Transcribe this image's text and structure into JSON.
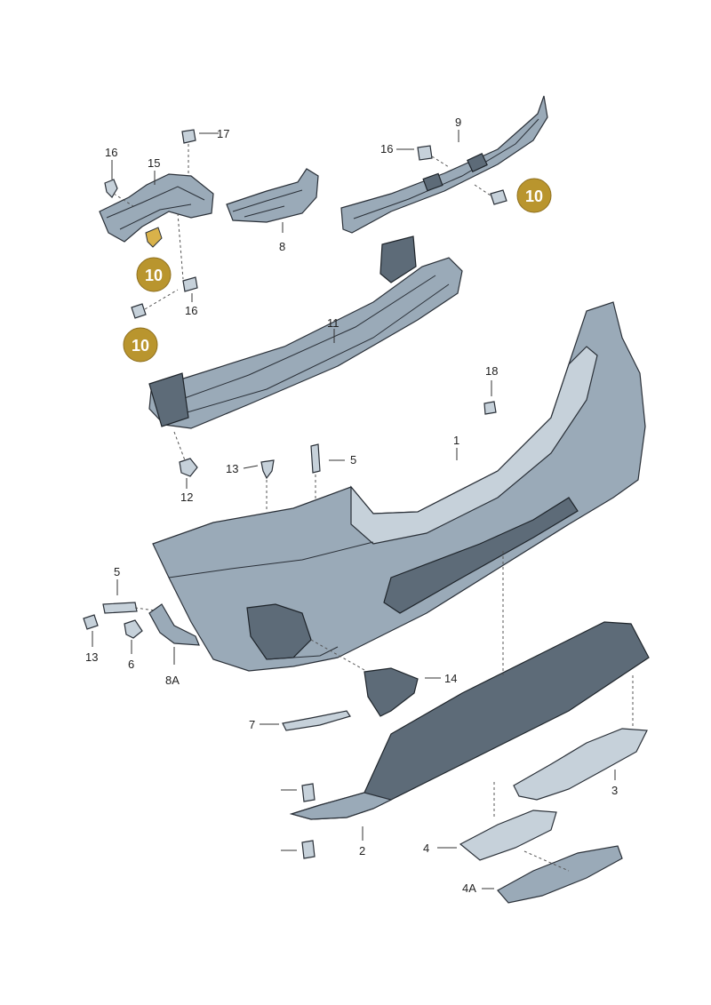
{
  "callouts": {
    "c1": "1",
    "c2": "2",
    "c3": "3",
    "c4": "4",
    "c4a": "4A",
    "c5a": "5",
    "c5b": "5",
    "c6": "6",
    "c7": "7",
    "c8": "8",
    "c8a": "8A",
    "c9": "9",
    "c11": "11",
    "c12": "12",
    "c13a": "13",
    "c13b": "13",
    "c14": "14",
    "c15": "15",
    "c16a": "16",
    "c16b": "16",
    "c16c": "16",
    "c17": "17",
    "c18": "18"
  },
  "badges": {
    "b1": "10",
    "b2": "10",
    "b3": "10"
  },
  "colors": {
    "badge_fill": "#b9952e",
    "part_fill": "#9aaab8",
    "outline": "#2a3038"
  }
}
